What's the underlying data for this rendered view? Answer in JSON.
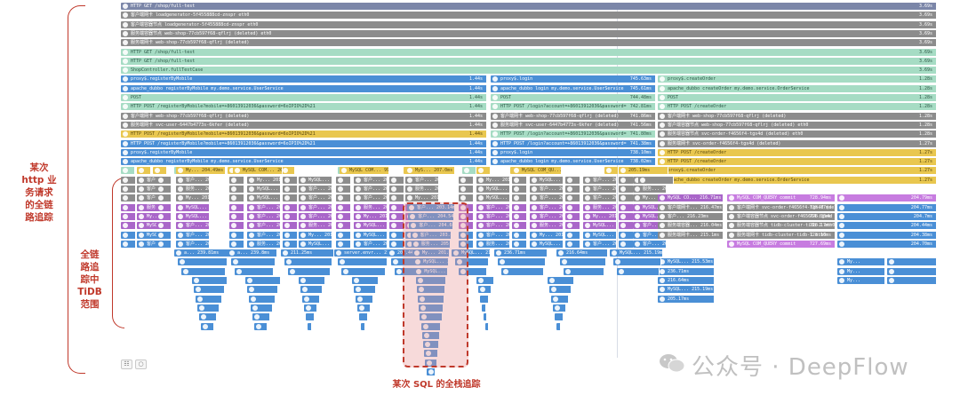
{
  "annotations": {
    "http_trace": "某次\nhttp 业\n务请求\n的全链\n路追踪",
    "tidb_trace": "全链\n路追\n踪中\nTiDB\n范围",
    "sql_trace": "某次 SQL 的全栈追踪"
  },
  "watermark": "公众号 · DeepFlow",
  "colors": {
    "slate": "#7b86a8",
    "gray": "#8c8c8c",
    "green": "#a6dcc4",
    "blue": "#4a8fd6",
    "yellow": "#e9c74f",
    "purple": "#a966c9",
    "annotation": "#c0392b"
  },
  "rows": [
    [
      "HTTP GET /shop/full-test",
      "3.69s"
    ],
    [
      "客户端网卡 loadgenerator-5f455888cd-znspr eth0",
      "3.69s"
    ],
    [
      "客户端容器节点 loadgenerator-5f455888cd-znspr eth0",
      "3.69s"
    ],
    [
      "服务端容器节点 web-shop-77cb597f68-qflrj (deleted) eth0",
      "3.69s"
    ],
    [
      "服务端网卡 web-shop-77cb597f68-qflrj (deleted)",
      "3.69s"
    ],
    [
      "HTTP GET /shop/full-test",
      "3.69s"
    ],
    [
      "HTTP GET /shop/full-test",
      "3.69s"
    ],
    [
      "ShopController.fullTestCase",
      "3.69s"
    ],
    [
      "proxy$.registerByMobile",
      "1.44s",
      "proxy$.login",
      "745.63ms",
      "proxy$.createOrder",
      "1.28s"
    ],
    [
      "apache_dubbo registerByMobile my.demo.service.UserService",
      "1.44s",
      "apache_dubbo login my.demo.service.UserService",
      "745.61ms",
      "apache_dubbo createOrder my.demo.service.OrderService",
      "1.28s"
    ],
    [
      "POST",
      "1.44s",
      "POST",
      "744.48ms",
      "POST",
      "1.28s"
    ],
    [
      "HTTP POST /registerByMobile?mobile=+86013912036&password=6oIPIO%2D%21",
      "1.44s",
      "HTTP POST /login?account=+86013912036&password=",
      "742.81ms",
      "HTTP POST /createOrder",
      "1.28s"
    ],
    [
      "客户端网卡 web-shop-77cb597f68-qflrj (deleted)",
      "1.44s",
      "客户端网卡 web-shop-77cb597f68-qflrj (deleted)",
      "741.86ms",
      "客户端网卡 web-shop-77cb597f68-qflrj (deleted)",
      "1.28s"
    ],
    [
      "服务端网卡 svc-user-6447b4773s-6kfer (deleted)",
      "1.44s",
      "服务端网卡 svc-user-6447b4773s-6kfer (deleted)",
      "741.56ms",
      "客户端容器节点 web-shop-77cb597f68-qflrj (deleted) eth0",
      "1.28s"
    ],
    [
      "HTTP POST /registerByMobile?mobile=+86013912036&password=6oIPIO%2D%21",
      "1.44s",
      "HTTP POST /login?account=+86013912036&password=",
      "741.80ms",
      "服务端容器节点 svc-order-f4656f4-tgs4d (deleted) eth0",
      "1.28s"
    ],
    [
      "HTTP POST /registerByMobile?mobile=+86013912036&password=6oIPIO%2D%21",
      "1.44s",
      "HTTP POST /login?account=+86013912036&password=",
      "741.38ms",
      "服务端网卡 svc-order-f4656f4-tgs4d (deleted)",
      "1.27s"
    ],
    [
      "proxy$.registerByMobile",
      "1.44s",
      "proxy$.login",
      "738.10ms",
      "HTTP POST /createOrder",
      "1.27s"
    ],
    [
      "apache_dubbo registerByMobile my.demo.service.UserService",
      "1.44s",
      "apache_dubbo login my.demo.service.UserService",
      "738.02ms",
      "HTTP POST /createOrder",
      "1.27s"
    ],
    [
      "",
      "",
      "",
      "",
      "proxy$.createOrder",
      "1.27s"
    ],
    [
      "",
      "",
      "",
      "",
      "apache_dubbo createOrder my.demo.service.OrderService",
      "1.27s"
    ]
  ],
  "sql_labels": [
    "My... 204.49ms",
    "MySQL COM... 207.3ms",
    "MySQL COM... 992.9ms",
    "MyS... 207.0ms",
    "MySQL COM_QU... 229.9ms",
    "205.19ms"
  ],
  "tidb_labels": [
    "客户... 203.14ms",
    "客户... 204.54ms",
    "客户... 204.64ms",
    "客户... 203.46ms",
    "服务... 205.35ms",
    "My... 201.93ms",
    "MySQL... 254.18ms",
    "MySQL... 218.76ms"
  ],
  "right_labels": [
    [
      "MySQL CO... 216.71ms",
      "MySQL COM_QUERY commit",
      "728.94ms",
      "204.79ms"
    ],
    [
      "客户端网卡... 216.47ms",
      "客户端网卡 svc-order-f4656f4-tgs4d (deleted)",
      "728.77ms",
      "204.77ms"
    ],
    [
      "客户... 216.23ms",
      "客户端容器节点 svc-order-f4656f4-tgs4d (deleted) eth0",
      "728.33ms",
      "204.7ms"
    ],
    [
      "服务端容器... 216.04ms",
      "服务端容器节点 tidb-cluster-tidb-1 eth0",
      "728.17ms",
      "204.44ms"
    ],
    [
      "服务端网卡... 215.1ms",
      "服务端网卡 tidb-cluster-tidb-1 eth0",
      "728.16ms",
      "204.38ms"
    ],
    [
      "MySQL COM_QUERY commit",
      "727.69ms",
      "204.70ms"
    ]
  ],
  "deep_labels": [
    "a... 239.81ms",
    "a... 239.8ms",
    "211.25ms",
    "server.envr... 219.10ms",
    "207.44ms",
    "MySQL... 215.53ms",
    "236.71ms",
    "216.64ms",
    "MySQL... 215.19ms",
    "205.17ms",
    "214.66ms",
    "server.envr... 219.33ms",
    "207.38ms"
  ],
  "controls": {
    "toggle1": "☷",
    "toggle2": "○"
  }
}
